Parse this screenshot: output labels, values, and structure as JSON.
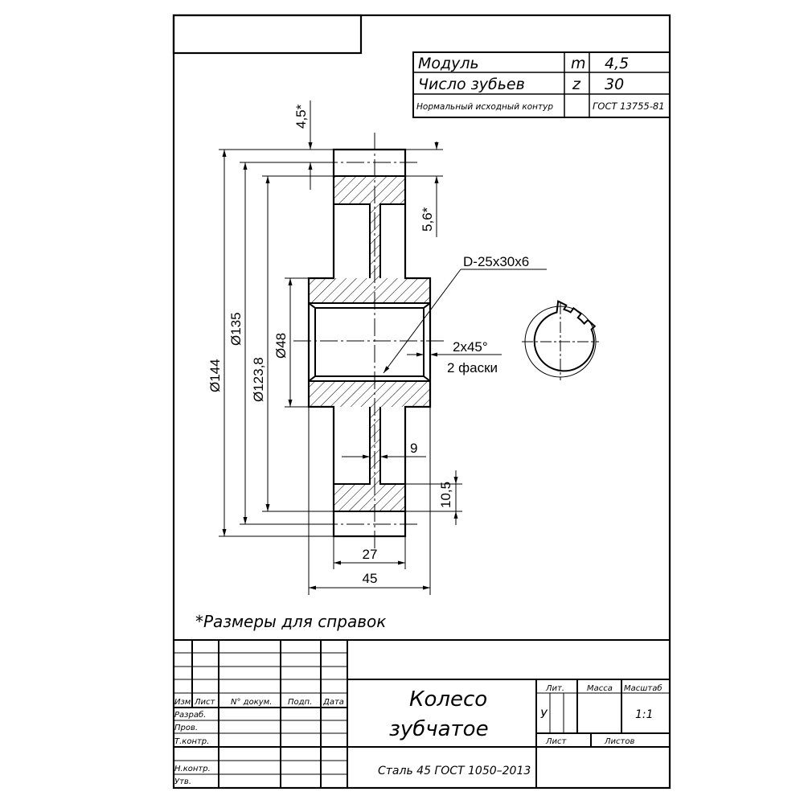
{
  "params_table": {
    "module_label": "Модуль",
    "module_symbol": "m",
    "module_value": "4,5",
    "teeth_label": "Число зубьев",
    "teeth_symbol": "z",
    "teeth_value": "30",
    "contour_label": "Нормальный исходный контур",
    "contour_value": "ГОСТ 13755-81"
  },
  "dimensions": {
    "top_tooth_height": "4,5*",
    "tooth_height_right": "5,6*",
    "spline": "D-25x30x6",
    "chamfer": "2x45°",
    "chamfer_note": "2 фаски",
    "outer_dia": "Ø144",
    "pitch_dia": "Ø135",
    "root_dia": "Ø123,8",
    "hub_dia": "Ø48",
    "web_thickness": "9",
    "rim_thickness": "10,5",
    "rim_width": "27",
    "hub_width": "45"
  },
  "reference_note": "*Размеры для справок",
  "title_block": {
    "headers": {
      "izm": "Изм",
      "list": "Лист",
      "doc_no": "N° докум.",
      "sign": "Подп.",
      "date": "Дата"
    },
    "roles": {
      "developed": "Разраб.",
      "checked": "Пров.",
      "tech_control": "Т.контр.",
      "norm_control": "Н.контр.",
      "approved": "Утв."
    },
    "title_line1": "Колесо",
    "title_line2": "зубчатое",
    "material": "Сталь 45 ГОСТ 1050–2013",
    "lit_label": "Лит.",
    "mass_label": "Масса",
    "scale_label": "Масштаб",
    "lit_value": "У",
    "scale_value": "1:1",
    "sheet_label": "Лист",
    "sheets_label": "Листов"
  }
}
